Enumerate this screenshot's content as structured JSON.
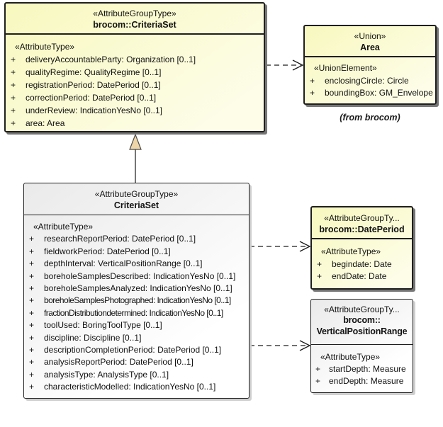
{
  "colors": {
    "canvas-bg": "#ffffff",
    "yellow-top": "#f8f8bf",
    "yellow-bottom": "#fdfde8",
    "gray-top": "#eaeaea",
    "gray-bottom": "#ffffff",
    "border-dark": "#1f1f1f",
    "shadow-dark": "#767676",
    "shadow-light": "#cfcfcf",
    "triangle-fill": "#eed6a9"
  },
  "boxA": {
    "stereotype": "«AttributeGroupType»",
    "name": "brocom::CriteriaSet",
    "body_stereotype": "«AttributeType»",
    "attributes": [
      {
        "vis": "+",
        "text": "deliveryAccountableParty: Organization [0..1]"
      },
      {
        "vis": "+",
        "text": "qualityRegime: QualityRegime [0..1]"
      },
      {
        "vis": "+",
        "text": "registrationPeriod: DatePeriod [0..1]"
      },
      {
        "vis": "+",
        "text": "correctionPeriod: DatePeriod [0..1]"
      },
      {
        "vis": "+",
        "text": "underReview: IndicationYesNo [0..1]"
      },
      {
        "vis": "+",
        "text": "area: Area"
      }
    ]
  },
  "boxArea": {
    "stereotype": "«Union»",
    "name": "Area",
    "body_stereotype": "«UnionElement»",
    "attributes": [
      {
        "vis": "+",
        "text": "enclosingCircle: Circle"
      },
      {
        "vis": "+",
        "text": "boundingBox: GM_Envelope"
      }
    ],
    "caption": "(from brocom)"
  },
  "boxC": {
    "stereotype": "«AttributeGroupType»",
    "name": "CriteriaSet",
    "body_stereotype": "«AttributeType»",
    "attributes": [
      {
        "vis": "+",
        "text": "researchReportPeriod: DatePeriod [0..1]"
      },
      {
        "vis": "+",
        "text": "fieldworkPeriod: DatePeriod [0..1]"
      },
      {
        "vis": "+",
        "text": "depthInterval: VerticalPositionRange [0..1]"
      },
      {
        "vis": "+",
        "text": "boreholeSamplesDescribed: IndicationYesNo [0..1]"
      },
      {
        "vis": "+",
        "text": "boreholeSamplesAnalyzed: IndicationYesNo [0..1]"
      },
      {
        "vis": "+",
        "text": "boreholeSamplesPhotographed: IndicationYesNo [0..1]"
      },
      {
        "vis": "+",
        "text": "fractionDistributiondetermined: IndicationYesNo [0..1]"
      },
      {
        "vis": "+",
        "text": "toolUsed: BoringToolType [0..1]"
      },
      {
        "vis": "+",
        "text": "discipline: Discipline [0..1]"
      },
      {
        "vis": "+",
        "text": "descriptionCompletionPeriod: DatePeriod [0..1]"
      },
      {
        "vis": "+",
        "text": "analysisReportPeriod: DatePeriod [0..1]"
      },
      {
        "vis": "+",
        "text": "analysisType: AnalysisType [0..1]"
      },
      {
        "vis": "+",
        "text": "characteristicModelled: IndicationYesNo [0..1]"
      }
    ]
  },
  "boxD": {
    "stereotype": "«AttributeGroupTy...",
    "name": "brocom::DatePeriod",
    "body_stereotype": "«AttributeType»",
    "attributes": [
      {
        "vis": "+",
        "text": "begindate: Date"
      },
      {
        "vis": "+",
        "text": "endDate: Date"
      }
    ]
  },
  "boxE": {
    "stereotype": "«AttributeGroupTy...",
    "name_line1": "brocom::",
    "name_line2": "VerticalPositionRange",
    "body_stereotype": "«AttributeType»",
    "attributes": [
      {
        "vis": "+",
        "text": "startDepth: Measure"
      },
      {
        "vis": "+",
        "text": "endDepth: Measure"
      }
    ]
  }
}
